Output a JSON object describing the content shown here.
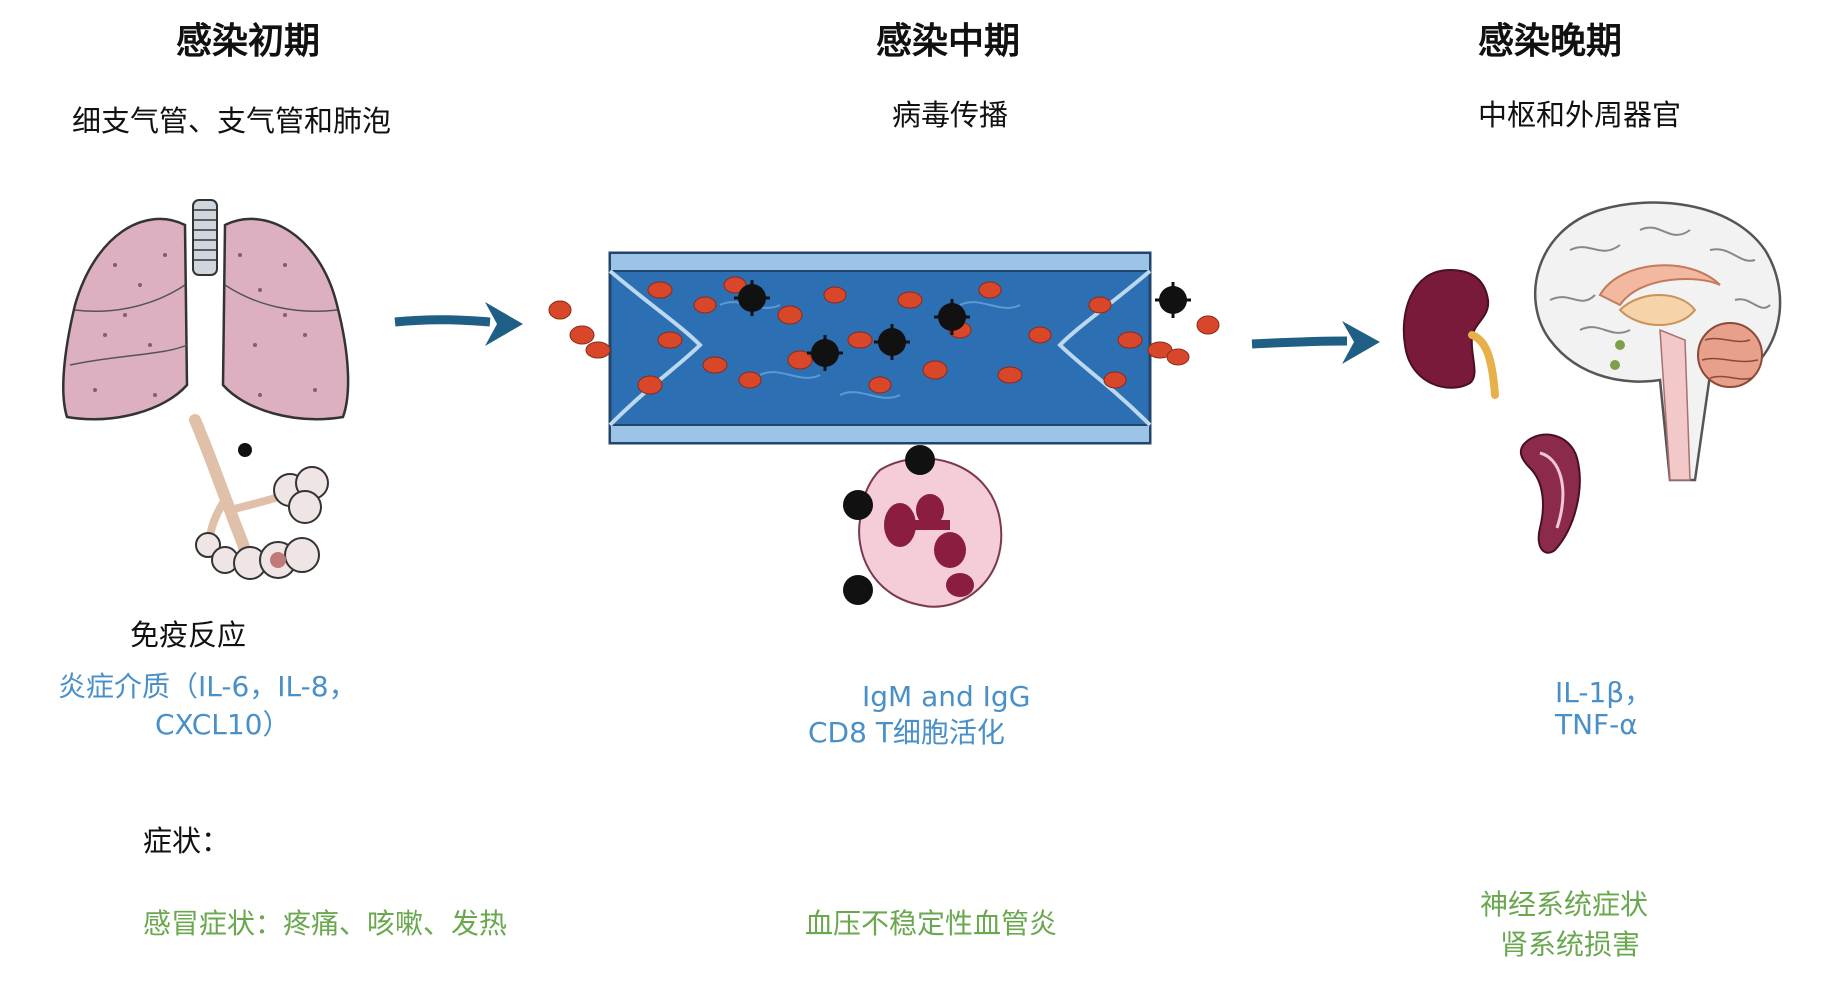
{
  "stages": [
    {
      "title": "感染初期",
      "subtitle": "细支气管、支气管和肺泡"
    },
    {
      "title": "感染中期",
      "subtitle": "病毒传播"
    },
    {
      "title": "感染晚期",
      "subtitle": "中枢和外周器官"
    }
  ],
  "early": {
    "immune_label": "免疫反应",
    "mediators_line1": "炎症介质（IL-6，IL-8，",
    "mediators_line2": "CXCL10）",
    "symptoms_label": "症状：",
    "symptoms": "感冒症状：疼痛、咳嗽、发热"
  },
  "middle": {
    "antibody_line1": "IgM and IgG",
    "antibody_line2": "CD8  T细胞活化",
    "symptoms": "血压不稳定性血管炎"
  },
  "late": {
    "cytokine_line1": "IL-1β，",
    "cytokine_line2": "TNF-α",
    "symptoms_line1": "神经系统症状",
    "symptoms_line2": "肾系统损害"
  },
  "colors": {
    "blue_text": "#4a90c8",
    "green_text": "#6aa84f",
    "arrow": "#1f5f86",
    "vessel": "#2d6fb3",
    "rbc": "#d9472b",
    "virus": "#111111",
    "lung": "#d9a9b8"
  },
  "icons": [
    "lungs-icon",
    "alveoli-icon",
    "blood-vessel-icon",
    "virus-icon",
    "neutrophil-icon",
    "kidney-icon",
    "spleen-icon",
    "brain-icon",
    "arrow-right-icon"
  ]
}
